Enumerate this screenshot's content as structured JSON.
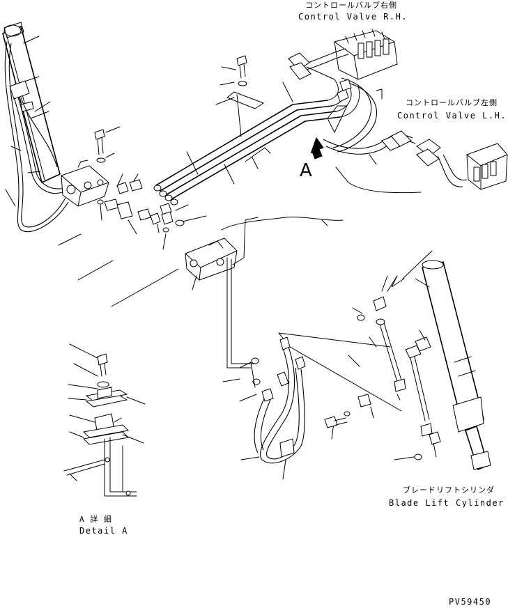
{
  "labels": {
    "control_valve_rh_jp": "コントロールバルブ右側",
    "control_valve_rh_en": "Control Valve R.H.",
    "control_valve_lh_jp": "コントロールバルブ左側",
    "control_valve_lh_en": "Control Valve L.H.",
    "view_marker": "A",
    "blade_lift_cylinder_jp": "ブレードリフトシリンダ",
    "blade_lift_cylinder_en": "Blade  Lift Cylinder",
    "detail_a_jp": "A 詳 細",
    "detail_a_en": "Detail A",
    "drawing_code": "PV59450"
  }
}
